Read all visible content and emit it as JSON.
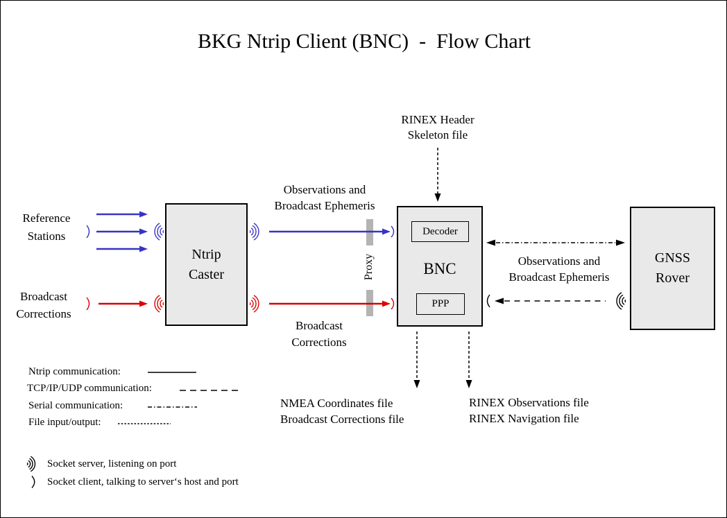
{
  "title": "BKG Ntrip Client (BNC)  -  Flow Chart",
  "nodes": {
    "ntrip_caster": "Ntrip\nCaster",
    "bnc": "BNC",
    "decoder": "Decoder",
    "ppp": "PPP",
    "gnss_rover": "GNSS\nRover"
  },
  "labels": {
    "reference_stations": "Reference\nStations",
    "broadcast_corrections_input": "Broadcast\nCorrections",
    "observations_ephemeris_caster_to_bnc": "Observations and\nBroadcast Ephemeris",
    "broadcast_corrections_caster_to_bnc": "Broadcast\nCorrections",
    "rinex_header_skeleton": "RINEX Header\nSkeleton file",
    "proxy": "Proxy",
    "observations_ephemeris_bnc_rover": "Observations and\nBroadcast Ephemeris",
    "nmea_outputs": "NMEA Coordinates file\nBroadcast Corrections file",
    "rinex_outputs": "RINEX Observations file\nRINEX Navigation file"
  },
  "legend": {
    "items": [
      {
        "label": "Ntrip communication:",
        "style": "solid"
      },
      {
        "label": "TCP/IP/UDP communication:",
        "style": "dashed"
      },
      {
        "label": "Serial communication:",
        "style": "dash-dot"
      },
      {
        "label": "File input/output:",
        "style": "fine-dashed"
      }
    ],
    "socket_server": "Socket server, listening on port",
    "socket_client": "Socket client, talking to server‘s host and port"
  },
  "colors": {
    "ntrip_blue": "#3733c4",
    "correction_red": "#dd0000",
    "line_black": "#000000",
    "box_fill": "#e9e9e9",
    "proxy_bar": "#b4b4b4"
  }
}
